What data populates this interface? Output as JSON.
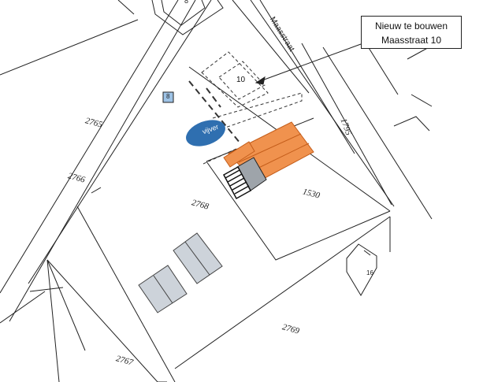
{
  "callout": {
    "line1": "Nieuw te bouwen",
    "line2": "Maasstraat 10"
  },
  "street_name": "Maasstraat",
  "pond_label": "vijver",
  "house_number": "10",
  "small_box_label": "8",
  "top_house_number": "8",
  "right_house_number": "16",
  "parcels": {
    "p2765": "2765",
    "p2766": "2766",
    "p2767": "2767",
    "p2768": "2768",
    "p2769": "2769",
    "p1795": "1795",
    "p1530": "1530"
  },
  "colors": {
    "new_building": "#f0924e",
    "new_building_stroke": "#c45d1a",
    "pond": "#2f6fb0",
    "utility_box": "#9ec3e6",
    "sheds": "#cdd3da",
    "carport": "#9ea4aa",
    "lines": "#222222"
  }
}
